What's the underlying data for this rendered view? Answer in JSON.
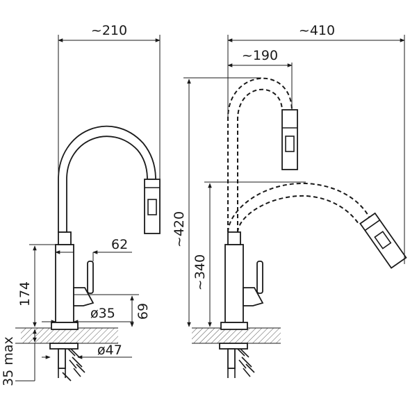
{
  "dimensions": {
    "total_width": "~210",
    "spout_reach": "~410",
    "hose_reach": "~190",
    "total_height": "~420",
    "spout_height": "~340",
    "lever_offset": "62",
    "body_height": "174",
    "base_diameter": "ø35",
    "base_height": "69",
    "mount_diameter": "ø47",
    "countertop_thickness": "35 max"
  }
}
